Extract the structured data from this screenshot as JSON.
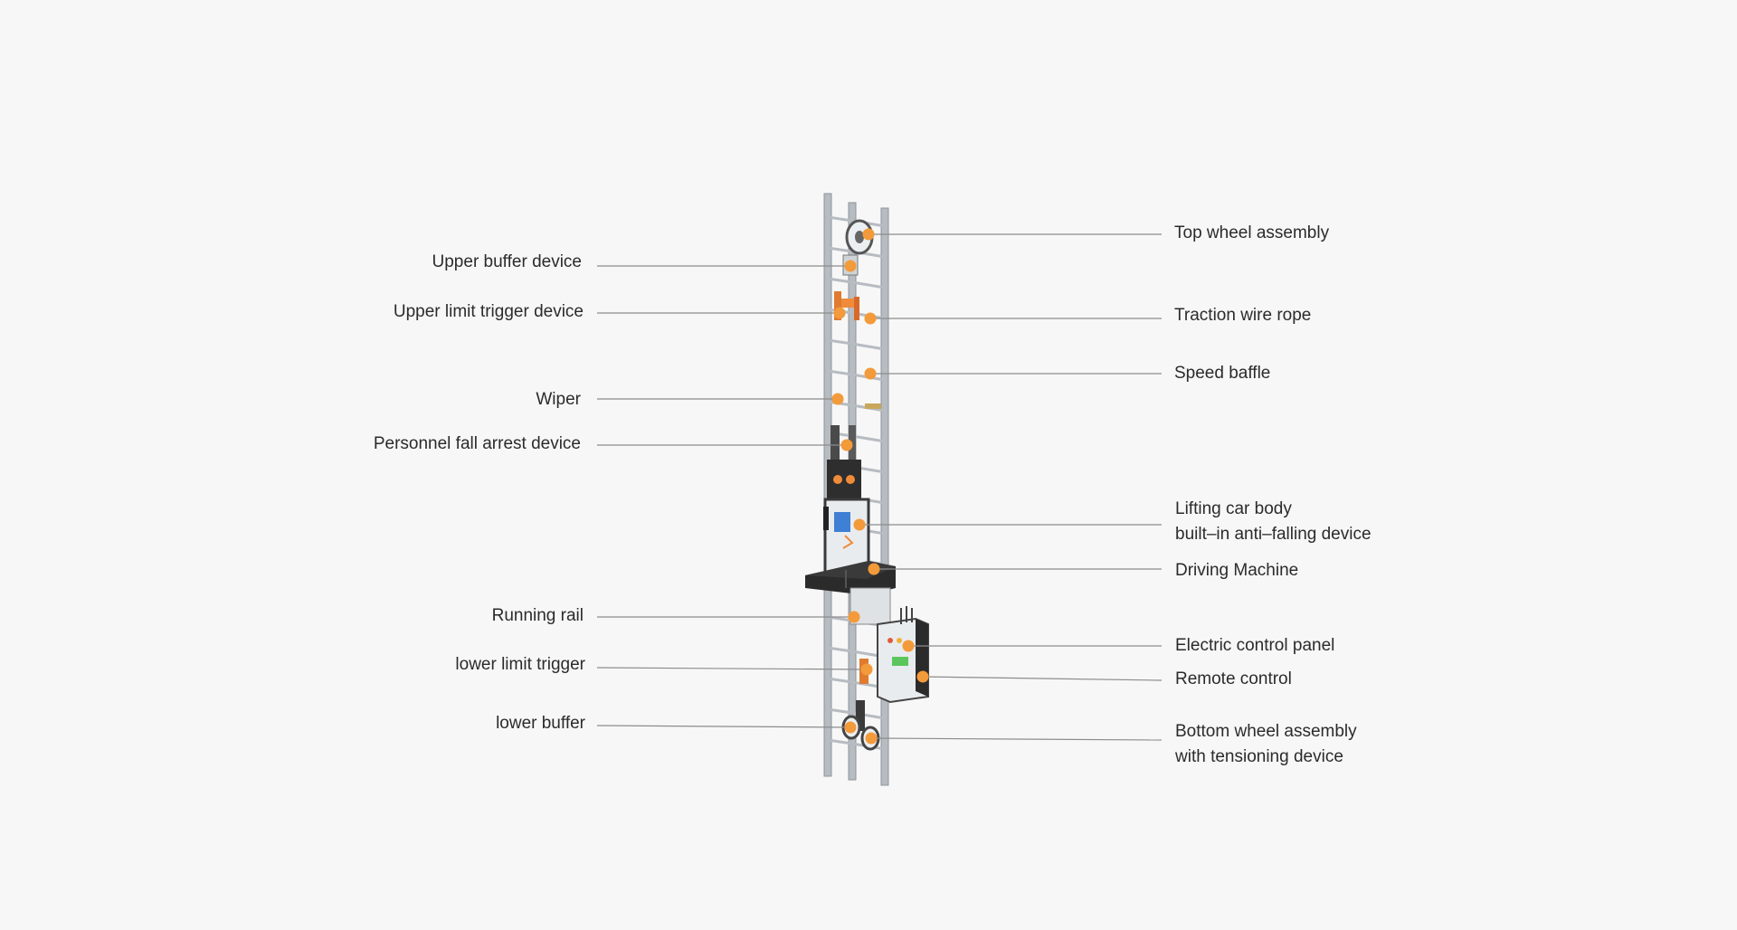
{
  "colors": {
    "background": "#f7f7f7",
    "leader_line": "#8c8c8c",
    "marker": "#f39a3a",
    "rail": "#b7bcc2",
    "rail_edge": "#8e949a",
    "text": "#2b2b2b"
  },
  "callouts_left": [
    {
      "id": "upper-buffer-device",
      "text": "Upper buffer device"
    },
    {
      "id": "upper-limit-trigger-device",
      "text": "Upper limit trigger device"
    },
    {
      "id": "wiper",
      "text": "Wiper"
    },
    {
      "id": "personnel-fall-arrest-device",
      "text": "Personnel fall arrest device"
    },
    {
      "id": "running-rail",
      "text": "Running rail"
    },
    {
      "id": "lower-limit-trigger",
      "text": "lower limit trigger"
    },
    {
      "id": "lower-buffer",
      "text": "lower buffer"
    }
  ],
  "callouts_right": [
    {
      "id": "top-wheel-assembly",
      "text": "Top wheel assembly"
    },
    {
      "id": "traction-wire-rope",
      "text": "Traction wire rope"
    },
    {
      "id": "speed-baffle",
      "text": "Speed baffle"
    },
    {
      "id": "lifting-car-body",
      "text": "Lifting car body",
      "text2": "built–in anti–falling device"
    },
    {
      "id": "driving-machine",
      "text": "Driving Machine"
    },
    {
      "id": "electric-control-panel",
      "text": "Electric control panel"
    },
    {
      "id": "remote-control",
      "text": "Remote control"
    },
    {
      "id": "bottom-wheel-assembly",
      "text": "Bottom wheel assembly",
      "text2": "with tensioning device"
    }
  ]
}
